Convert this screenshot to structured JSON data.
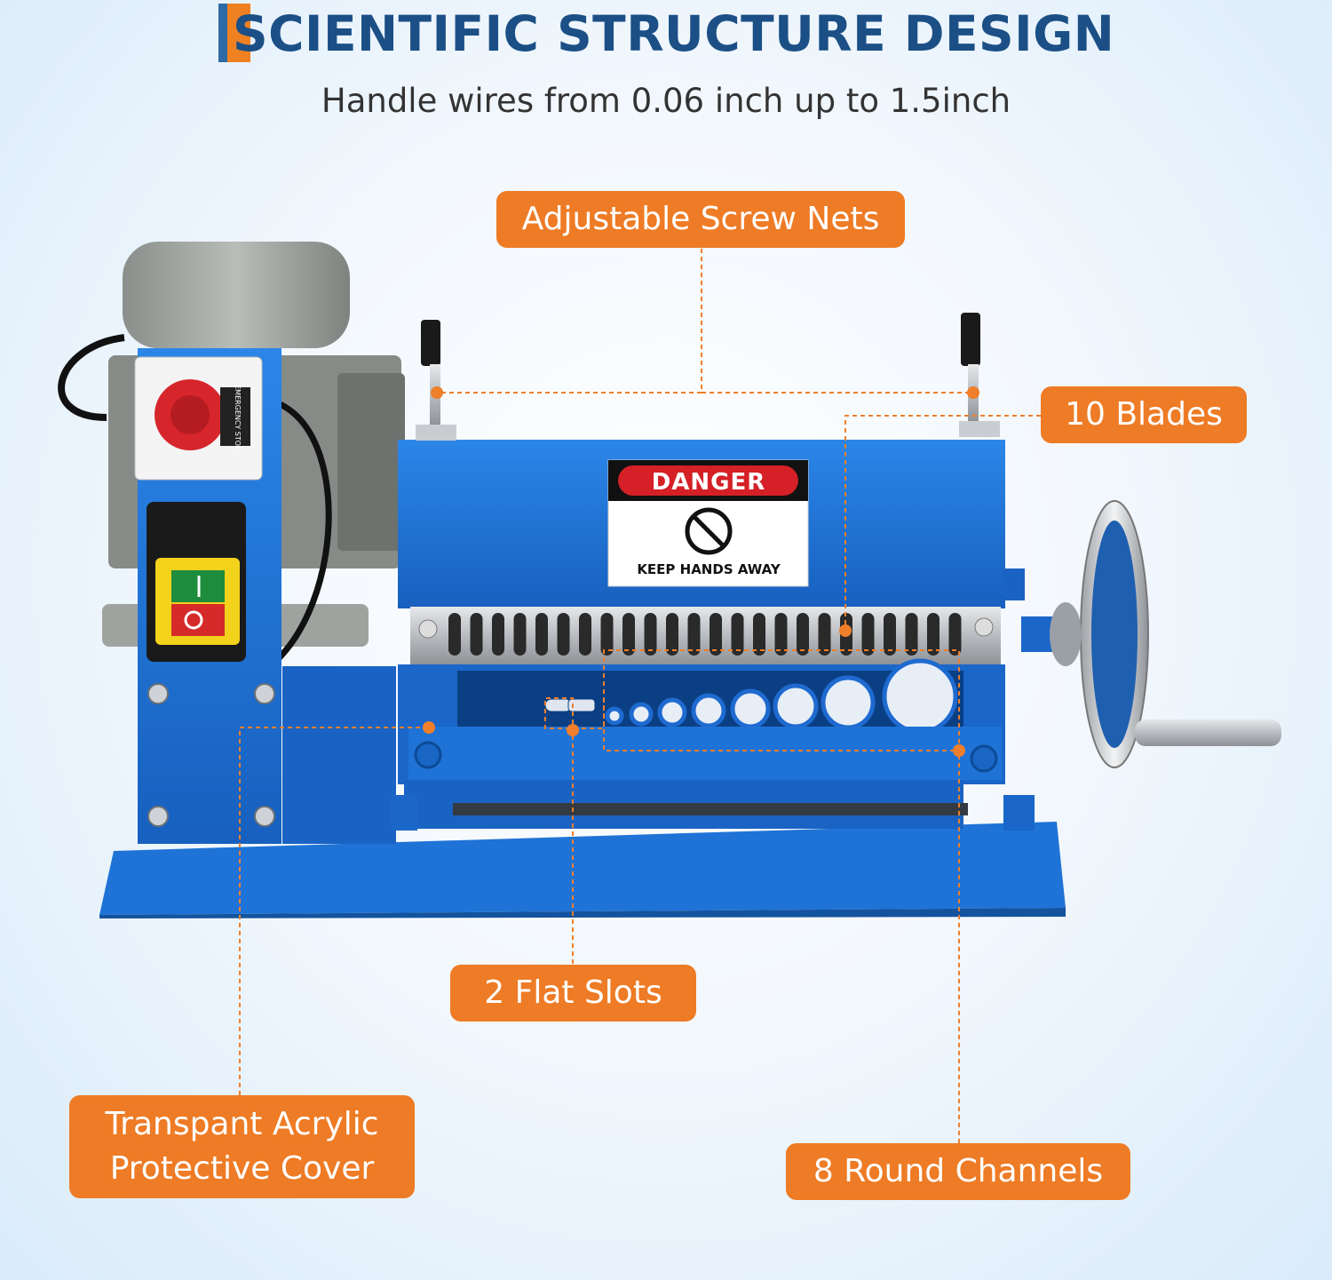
{
  "header": {
    "title": "SCIENTIFIC STRUCTURE DESIGN",
    "subtitle": "Handle wires from 0.06 inch up to 1.5inch"
  },
  "callouts": {
    "screw_nets": "Adjustable Screw Nets",
    "blades": "10 Blades",
    "flat_slots": "2 Flat Slots",
    "cover_line1": "Transpant Acrylic",
    "cover_line2": "Protective Cover",
    "round_channels": "8 Round Channels"
  },
  "machine": {
    "danger_label": "DANGER",
    "warning_text": "KEEP HANDS AWAY",
    "emergency_label": "EMERGENCY STOP"
  },
  "colors": {
    "accent_orange": "#ee7b25",
    "title_blue": "#1b4f86",
    "machine_blue": "#1f6fd1"
  }
}
